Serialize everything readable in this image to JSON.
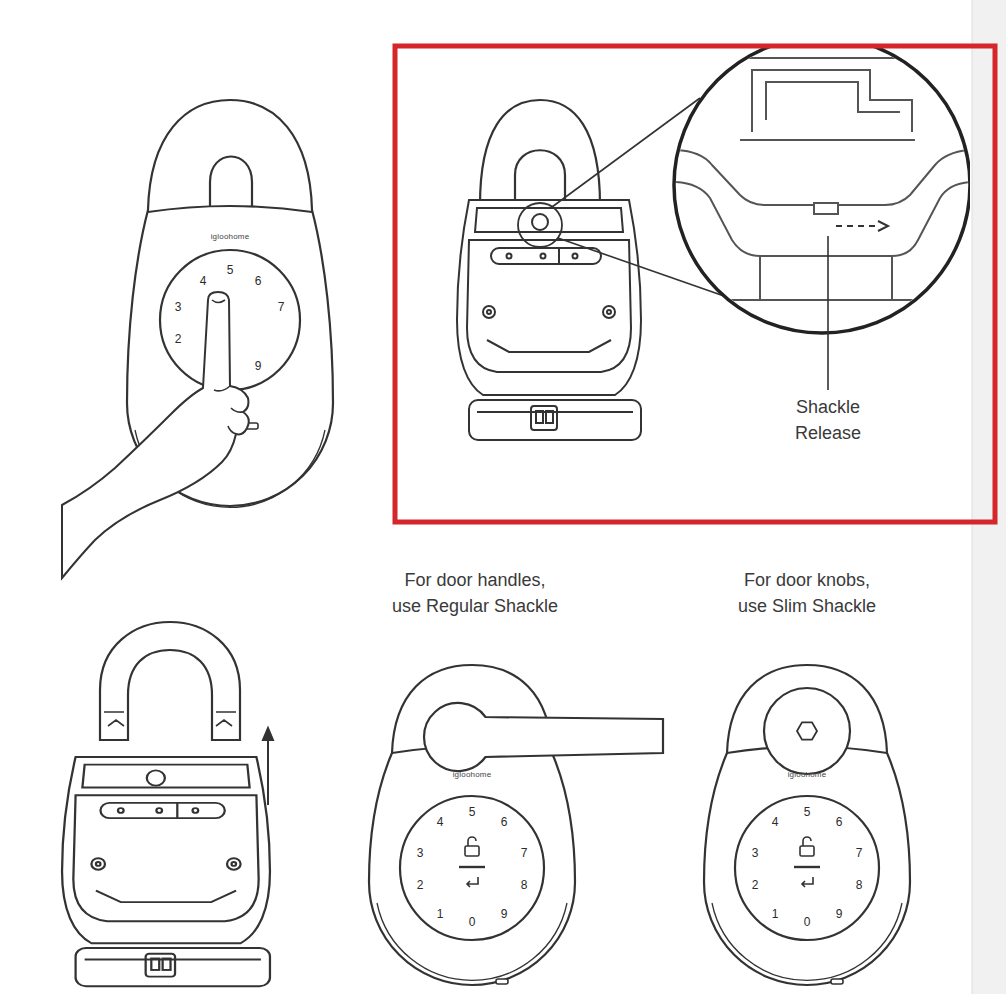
{
  "diagram": {
    "labels": [
      "igloohome",
      "5",
      "4",
      "6",
      "3",
      "7",
      "2",
      "9",
      "Shackle Release",
      "For door handles, use Regular Shackle",
      "For door knobs, use Slim Shackle",
      "igloohome",
      "5",
      "4",
      "6",
      "3",
      "7",
      "2",
      "8",
      "1",
      "0",
      "9",
      "igloohome",
      "5",
      "4",
      "6",
      "3",
      "7",
      "2",
      "8",
      "1",
      "0",
      "9"
    ]
  }
}
